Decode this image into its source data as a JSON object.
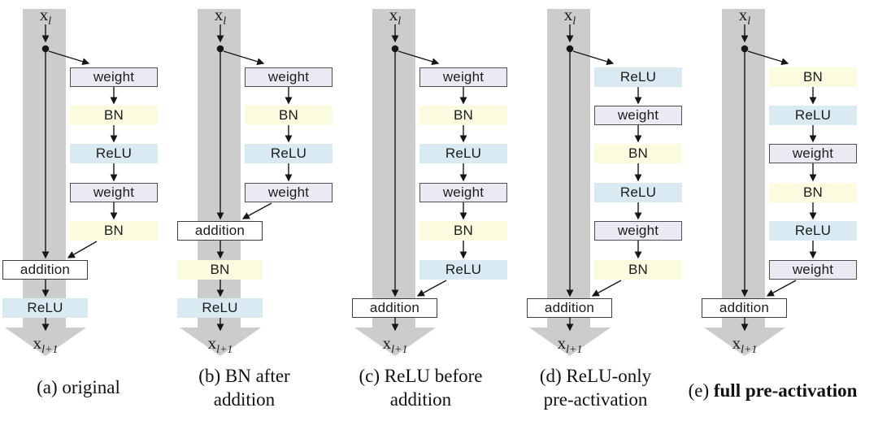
{
  "figure": {
    "description": "Residual block activation orderings",
    "io_labels": {
      "input_base": "x",
      "input_sub": "l",
      "output_base": "x",
      "output_sub": "l+1"
    },
    "node_labels": {
      "weight": "weight",
      "bn": "BN",
      "relu": "ReLU",
      "addition": "addition"
    },
    "colors": {
      "weight_fill": "#ebeaf2",
      "weight_border": "#4f4f4f",
      "bn_fill": "#fbfbe0",
      "relu_fill": "#d9eaf3",
      "shortcut_band": "#cccccc",
      "addition_fill": "#ffffff",
      "addition_border": "#3d3d3d",
      "line": "#161616",
      "text": "#1c1c1c",
      "caption_text": "#111111",
      "background": "#ffffff"
    },
    "panels": [
      {
        "key": "a",
        "branch": [
          "weight",
          "BN",
          "ReLU",
          "weight",
          "BN"
        ],
        "main_after_addition": [
          "ReLU"
        ],
        "caption_lines": [
          [
            {
              "text": "(a) original",
              "bold": false
            }
          ]
        ]
      },
      {
        "key": "b",
        "branch": [
          "weight",
          "BN",
          "ReLU",
          "weight"
        ],
        "main_after_addition": [
          "BN",
          "ReLU"
        ],
        "caption_lines": [
          [
            {
              "text": "(b) BN after",
              "bold": false
            }
          ],
          [
            {
              "text": "addition",
              "bold": false
            }
          ]
        ]
      },
      {
        "key": "c",
        "branch": [
          "weight",
          "BN",
          "ReLU",
          "weight",
          "BN",
          "ReLU"
        ],
        "main_after_addition": [],
        "caption_lines": [
          [
            {
              "text": "(c) ReLU before",
              "bold": false
            }
          ],
          [
            {
              "text": "addition",
              "bold": false
            }
          ]
        ]
      },
      {
        "key": "d",
        "branch": [
          "ReLU",
          "weight",
          "BN",
          "ReLU",
          "weight",
          "BN"
        ],
        "main_after_addition": [],
        "caption_lines": [
          [
            {
              "text": "(d) ReLU-only",
              "bold": false
            }
          ],
          [
            {
              "text": "pre-activation",
              "bold": false
            }
          ]
        ]
      },
      {
        "key": "e",
        "branch": [
          "BN",
          "ReLU",
          "weight",
          "BN",
          "ReLU",
          "weight"
        ],
        "main_after_addition": [],
        "caption_lines": [
          [
            {
              "text": "(e) ",
              "bold": false
            },
            {
              "text": "full pre-activation",
              "bold": true
            }
          ]
        ]
      }
    ]
  }
}
